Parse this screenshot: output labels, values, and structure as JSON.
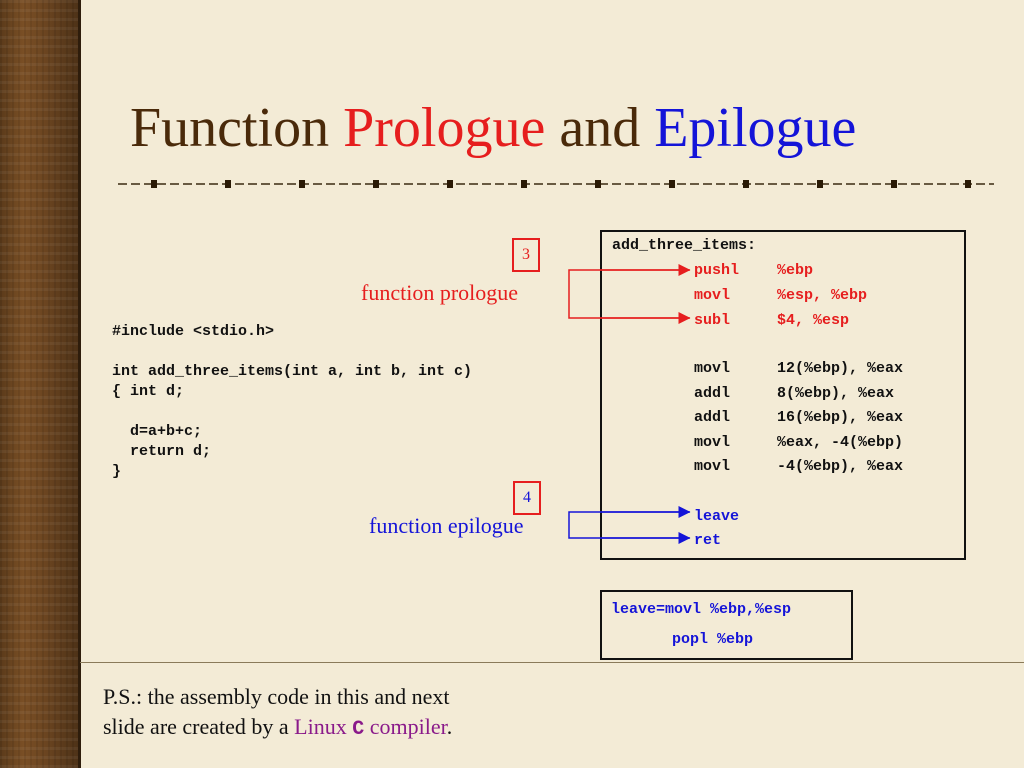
{
  "title": {
    "part1": "Function ",
    "part2": "Prologue",
    "part3": " and ",
    "part4": "Epilogue"
  },
  "c_code": [
    "#include <stdio.h>",
    "",
    "int add_three_items(int a, int b, int c)",
    "{ int d;",
    "",
    "  d=a+b+c;",
    "  return d;",
    "}"
  ],
  "asm": {
    "label": "add_three_items:",
    "prologue": [
      {
        "op": "pushl",
        "args": "%ebp"
      },
      {
        "op": "movl",
        "args": "%esp, %ebp"
      },
      {
        "op": "subl",
        "args": "$4, %esp"
      }
    ],
    "body": [
      {
        "op": "movl",
        "args": "12(%ebp), %eax"
      },
      {
        "op": "addl",
        "args": "8(%ebp), %eax"
      },
      {
        "op": "addl",
        "args": "16(%ebp), %eax"
      },
      {
        "op": "movl",
        "args": "%eax, -4(%ebp)"
      },
      {
        "op": "movl",
        "args": "-4(%ebp), %eax"
      }
    ],
    "epilogue": [
      "leave",
      "ret"
    ]
  },
  "leave_def": {
    "line1": "leave=movl %ebp,%esp",
    "line2": "popl %ebp"
  },
  "annotations": {
    "prologue_number": "3",
    "prologue_label": "function prologue",
    "epilogue_number": "4",
    "epilogue_label": "function epilogue"
  },
  "ps": {
    "line1": "P.S.: the assembly code in this and next",
    "line2_prefix": "slide are created by a ",
    "linux": "Linux",
    "c": "C",
    "compiler": "compiler",
    "end": "."
  },
  "colors": {
    "background": "#f3ebd6",
    "title": "#4a2a0a",
    "red": "#e61e1e",
    "blue": "#1414d8",
    "purple": "#8a1a8a"
  }
}
